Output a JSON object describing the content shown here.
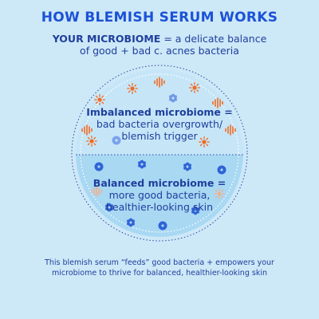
{
  "header": {
    "title": "HOW BLEMISH SERUM WORKS",
    "subtitle_bold": "YOUR MICROBIOME",
    "subtitle_rest_1": " = a delicate balance",
    "subtitle_line2": "of good + bad c. acnes bacteria"
  },
  "imbalanced": {
    "heading": "Imbalanced microbiome =",
    "line1": "bad bacteria overgrowth/",
    "line2": "blemish trigger"
  },
  "balanced": {
    "heading": "Balanced microbiome =",
    "line1": "more good bacteria,",
    "line2": "healthier-looking skin"
  },
  "footer": {
    "line1": "This blemish serum “feeds” good bacteria + empowers your",
    "line2": "microbiome to thrive for balanced, healthier-looking skin"
  },
  "colors": {
    "background": "#cde8f7",
    "title_blue": "#1b52d6",
    "text_navy": "#1f3f9c",
    "bad_bacteria_orange": "#f26a1f",
    "good_bacteria_blue": "#2f63d6",
    "circle_top_fill": "#c6e6f8",
    "circle_bottom_fill": "#a9d8f3"
  },
  "icons": {
    "bad_bacteria": "orange-sun-bacteria-icon",
    "bad_wave": "orange-wave-bacteria-icon",
    "good_bacteria": "blue-gear-bacteria-icon",
    "good_dot": "blue-dot-bacteria-icon"
  }
}
